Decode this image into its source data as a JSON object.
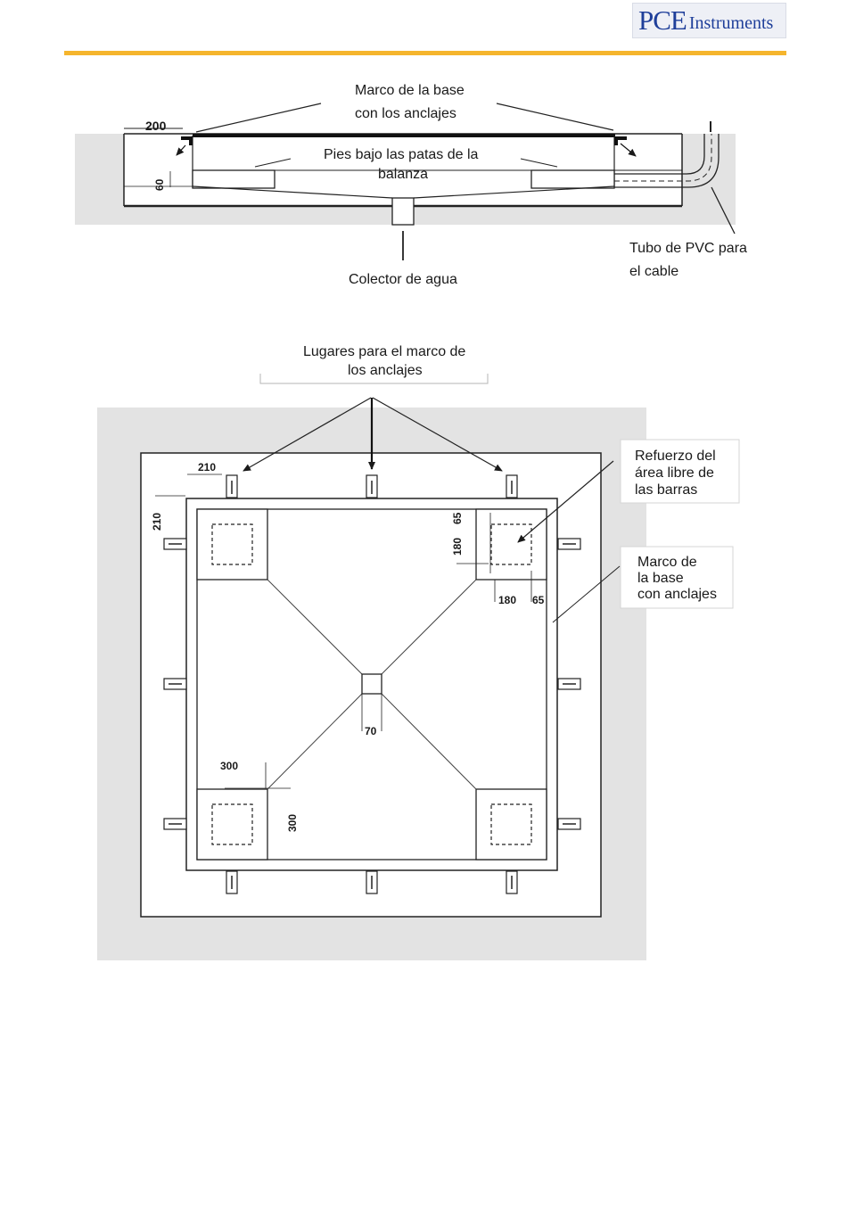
{
  "header": {
    "brand": "PCE",
    "brand_suffix": "Instruments",
    "accent_color": "#f5b52d",
    "brand_color": "#1f3f9a"
  },
  "section_view": {
    "label_frame_line1": "Marco de la base",
    "label_frame_line2": "con los anclajes",
    "label_feet_line1": "Pies bajo las patas  de la",
    "label_feet_line2": "balanza",
    "label_collector": "Colector de agua",
    "label_pipe_line1": "Tubo de PVC para",
    "label_pipe_line2": "el cable",
    "dim_200": "200",
    "dim_60": "60"
  },
  "plan_view": {
    "label_places_line1": "Lugares para el marco de",
    "label_places_line2": "los anclajes",
    "label_reinf_line1": "Refuerzo del",
    "label_reinf_line2": "área libre de",
    "label_reinf_line3": "las barras",
    "label_base_line1": "Marco de",
    "label_base_line2": "la base",
    "label_base_line3": "con anclajes",
    "dim_210_top": "210",
    "dim_210_left": "210",
    "dim_65_top": "65",
    "dim_180_vert": "180",
    "dim_180_horiz": "180",
    "dim_65_right": "65",
    "dim_70": "70",
    "dim_300_horiz": "300",
    "dim_300_vert": "300"
  }
}
